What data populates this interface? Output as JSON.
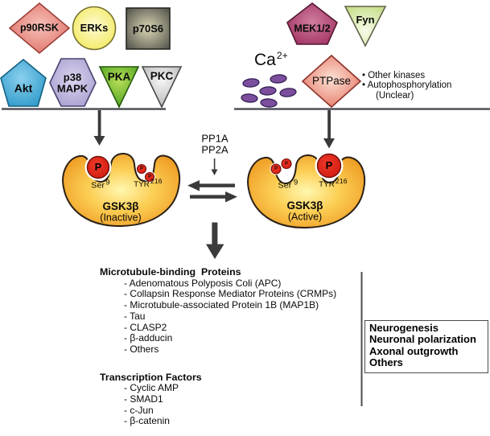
{
  "upstream_left": {
    "p90rsk": "p90RSK",
    "erks": "ERKs",
    "p70s6": "p70S6",
    "akt": "Akt",
    "p38_line1": "p38",
    "p38_line2": "MAPK",
    "pka": "PKA",
    "pkc": "PKC"
  },
  "upstream_right": {
    "mek": "MEK1/2",
    "fyn": "Fyn",
    "ca": "Ca",
    "ca_sup": "2+",
    "ptpase": "PTPase",
    "bullet1": "• Other kinases",
    "bullet2": "• Autophosphorylation",
    "bullet_note": "(Unclear)"
  },
  "phosphatases": {
    "line1": "PP1A",
    "line2": "PP2A"
  },
  "gsk_inactive": {
    "phospho_large": "P",
    "phospho_small": "P",
    "site1": "Ser",
    "site1_sup": "9",
    "site2": "TYR",
    "site2_sup": "216",
    "name": "GSK3β",
    "state": "(Inactive)"
  },
  "gsk_active": {
    "phospho_large": "P",
    "phospho_small": "P",
    "site1": "Ser",
    "site1_sup": "9",
    "site2": "TYR",
    "site2_sup": "216",
    "name": "GSK3β",
    "state": "(Active)"
  },
  "targets": {
    "heading_microtubule": "Microtubule-binding  Proteins",
    "microtubule_items": [
      "- Adenomatous Polyposis Coli (APC)",
      "- Collapsin Response Mediator Proteins (CRMPs)",
      "- Microtubule-associated Protein 1B (MAP1B)",
      "- Tau",
      "- CLASP2",
      "- β-adducin",
      "- Others"
    ],
    "heading_transcription": "Transcription Factors",
    "transcription_items": [
      "- Cyclic AMP",
      "- SMAD1",
      "- c-Jun",
      "- β-catenin"
    ]
  },
  "outcomes": [
    "Neurogenesis",
    "Neuronal polarization",
    "Axonal outgrowth",
    "Others"
  ],
  "colors": {
    "blob_edge": "#ee9820",
    "blob_center": "#fff7b0",
    "phospho_red": "#d31209",
    "calcium_purple": "#7b4f9e",
    "membrane_line": "#50505a",
    "arrow": "#3a3a3a"
  }
}
